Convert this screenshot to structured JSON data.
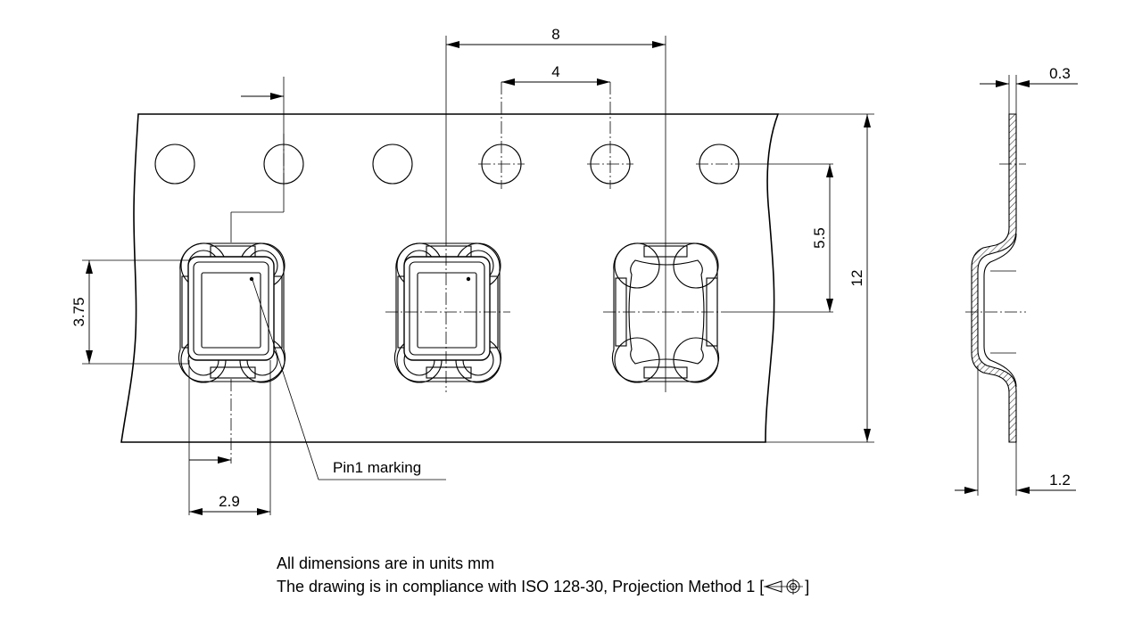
{
  "dimensions": {
    "pitch": "8",
    "hole_pitch": "4",
    "center_offset": "5.5",
    "tape_width": "12",
    "cavity_height": "3.75",
    "cavity_offset": "2.9",
    "tape_thickness": "0.3",
    "cavity_depth": "1.2"
  },
  "labels": {
    "pin1": "Pin1 marking"
  },
  "notes": {
    "units": "All dimensions are in units mm",
    "standard_prefix": "The drawing is in compliance with ISO 128-30, Projection Method 1 [",
    "standard_suffix": "]"
  }
}
